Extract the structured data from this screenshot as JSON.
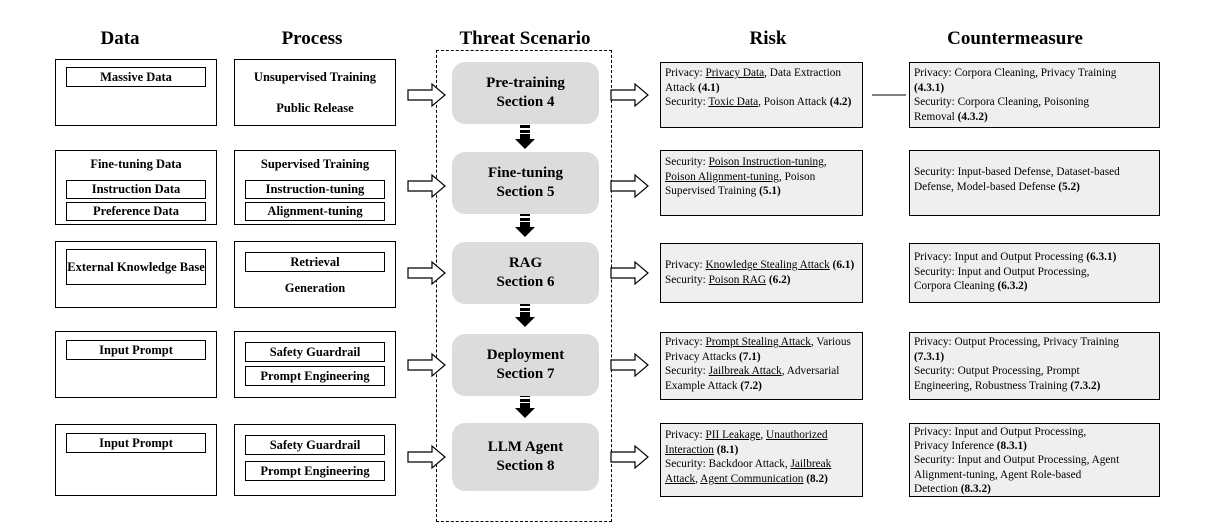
{
  "headers": {
    "data": "Data",
    "process": "Process",
    "threat": "Threat Scenario",
    "risk": "Risk",
    "countermeasure": "Countermeasure"
  },
  "rows": [
    {
      "data_title": "",
      "data_items": [
        "Massive Data"
      ],
      "process_title": "",
      "process_items": [
        "Unsupervised Training",
        "Public Release"
      ],
      "stage_name": "Pre-training",
      "stage_section": "Section 4",
      "risk": {
        "line1_prefix": "Privacy: ",
        "line1_u1": "Privacy Data",
        "line1_rest": ", Data Extraction",
        "line2_text": "Attack ",
        "line2_ref": "(4.1)",
        "line3_prefix": "Security: ",
        "line3_u1": "Toxic Data",
        "line3_rest": ", Poison Attack ",
        "line3_ref": "(4.2)"
      },
      "countermeasure": {
        "line1": "Privacy: Corpora Cleaning, Privacy Training",
        "line2_ref": "(4.3.1)",
        "line3": "Security: Corpora Cleaning, Poisoning",
        "line4_text": "Removal ",
        "line4_ref": "(4.3.2)"
      }
    },
    {
      "data_title": "Fine-tuning Data",
      "data_items": [
        "Instruction Data",
        "Preference Data"
      ],
      "process_title": "Supervised Training",
      "process_items": [
        "Instruction-tuning",
        "Alignment-tuning"
      ],
      "stage_name": "Fine-tuning",
      "stage_section": "Section 5",
      "risk": {
        "line1_prefix": "Security: ",
        "line1_u1": "Poison Instruction-tuning",
        "line1_rest": ",",
        "line2_u1": "Poison Alignment-tuning",
        "line2_rest": ", Poison",
        "line3_text": "Supervised Training ",
        "line3_ref": "(5.1)"
      },
      "countermeasure": {
        "line1": "Security: Input-based Defense, Dataset-based",
        "line2_text": "Defense, Model-based Defense ",
        "line2_ref": "(5.2)"
      }
    },
    {
      "data_title": "",
      "data_items": [
        "External Knowledge Base"
      ],
      "process_title": "",
      "process_items": [
        "Retrieval",
        "Generation"
      ],
      "stage_name": "RAG",
      "stage_section": "Section 6",
      "risk": {
        "line1_prefix": "Privacy: ",
        "line1_u1": "Knowledge Stealing Attack",
        "line1_ref": " (6.1)",
        "line2_prefix": "Security: ",
        "line2_u1": "Poison RAG",
        "line2_ref": " (6.2)"
      },
      "countermeasure": {
        "line1_text": "Privacy: Input and Output Processing ",
        "line1_ref": "(6.3.1)",
        "line2": "Security: Input and Output Processing,",
        "line3_text": "Corpora Cleaning ",
        "line3_ref": "(6.3.2)"
      }
    },
    {
      "data_title": "",
      "data_items": [
        "Input Prompt"
      ],
      "process_title": "",
      "process_items": [
        "Safety Guardrail",
        "Prompt Engineering"
      ],
      "stage_name": "Deployment",
      "stage_section": "Section 7",
      "risk": {
        "line1_prefix": "Privacy: ",
        "line1_u1": "Prompt Stealing Attack",
        "line1_rest": ", Various",
        "line2_text": "Privacy Attacks ",
        "line2_ref": "(7.1)",
        "line3_prefix": "Security: ",
        "line3_u1": "Jailbreak Attack",
        "line3_rest": ", Adversarial",
        "line4_text": "Example Attack ",
        "line4_ref": " (7.2)"
      },
      "countermeasure": {
        "line1": "Privacy: Output Processing, Privacy Training",
        "line2_ref": "(7.3.1)",
        "line3": "Security: Output Processing, Prompt",
        "line4_text": "Engineering, Robustness Training ",
        "line4_ref": "(7.3.2)"
      }
    },
    {
      "data_title": "",
      "data_items": [
        "Input Prompt"
      ],
      "process_title": "",
      "process_items": [
        "Safety Guardrail",
        "Prompt Engineering"
      ],
      "stage_name": "LLM Agent",
      "stage_section": "Section 8",
      "risk": {
        "line1_prefix": "Privacy: ",
        "line1_u1": "PII Leakage",
        "line1_mid": ", ",
        "line1_u2": "Unauthorized",
        "line2_u1": "Interaction",
        "line2_ref": " (8.1)",
        "line3_prefix": "Security: Backdoor Attack, ",
        "line3_u1": "Jailbreak",
        "line4_u1": "Attack",
        "line4_mid": ", ",
        "line4_u2": "Agent Communication",
        "line4_ref": " (8.2)"
      },
      "countermeasure": {
        "line1": "Privacy: Input and Output Processing,",
        "line2_text": "Privacy Inference ",
        "line2_ref": "(8.3.1)",
        "line3": "Security: Input and Output Processing, Agent",
        "line4": "Alignment-tuning, Agent Role-based",
        "line5_text": "Detection ",
        "line5_ref": "(8.3.2)"
      }
    }
  ]
}
